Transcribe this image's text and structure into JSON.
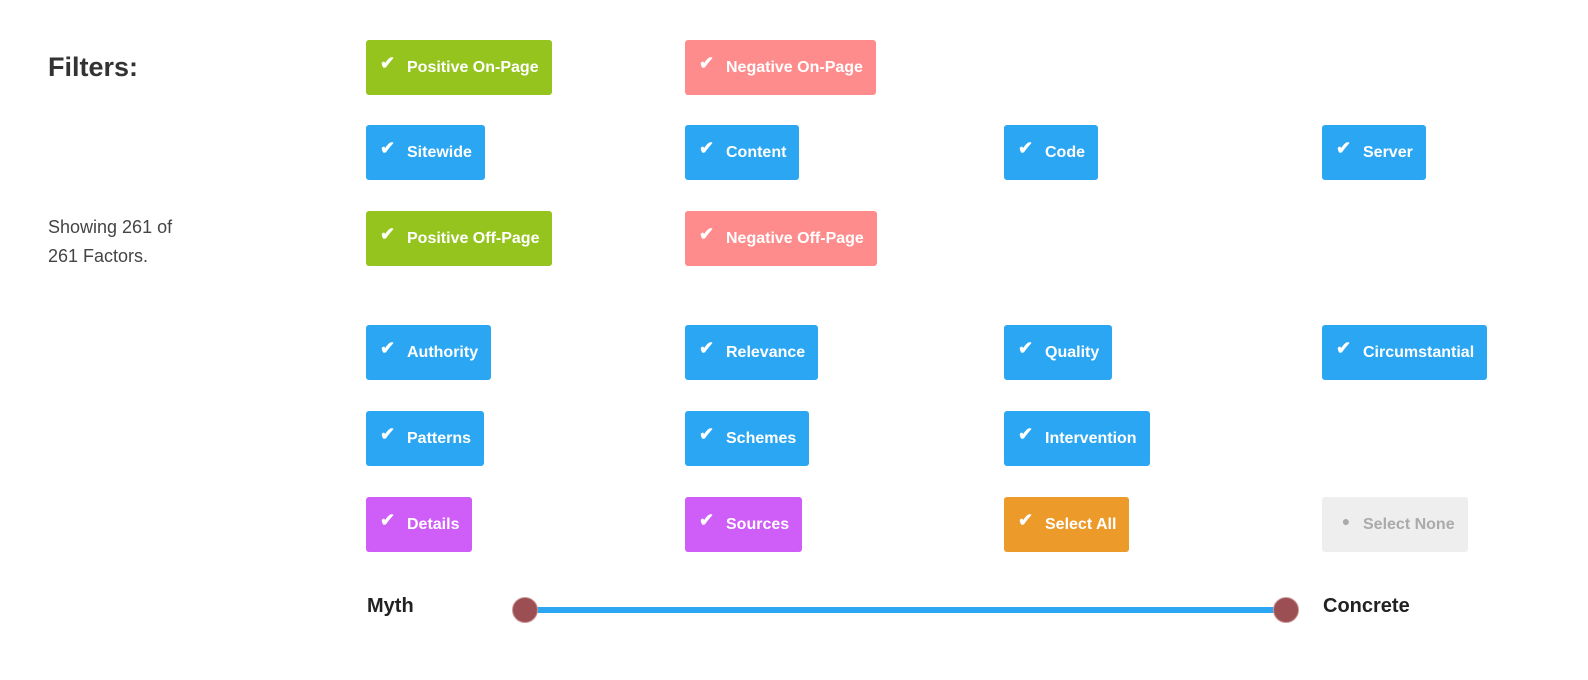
{
  "title": "Filters:",
  "count_text": "Showing 261 of 261 Factors.",
  "colors": {
    "green": "#95c41f",
    "red": "#ff8c8c",
    "blue": "#2ba6f3",
    "purple": "#cf5df7",
    "orange": "#ec9a2a",
    "gray": "#eeeeee"
  },
  "rows": [
    [
      {
        "label": "Positive On-Page",
        "color": "green",
        "icon": "check"
      },
      {
        "label": "Negative On-Page",
        "color": "red",
        "icon": "check"
      },
      null,
      null
    ],
    [
      {
        "label": "Sitewide",
        "color": "blue",
        "icon": "check"
      },
      {
        "label": "Content",
        "color": "blue",
        "icon": "check"
      },
      {
        "label": "Code",
        "color": "blue",
        "icon": "check"
      },
      {
        "label": "Server",
        "color": "blue",
        "icon": "check"
      }
    ],
    [
      {
        "label": "Positive Off-Page",
        "color": "green",
        "icon": "check"
      },
      {
        "label": "Negative Off-Page",
        "color": "red",
        "icon": "check"
      },
      null,
      null
    ],
    [
      {
        "label": "Authority",
        "color": "blue",
        "icon": "check"
      },
      {
        "label": "Relevance",
        "color": "blue",
        "icon": "check"
      },
      {
        "label": "Quality",
        "color": "blue",
        "icon": "check"
      },
      {
        "label": "Circumstantial",
        "color": "blue",
        "icon": "check"
      }
    ],
    [
      {
        "label": "Patterns",
        "color": "blue",
        "icon": "check"
      },
      {
        "label": "Schemes",
        "color": "blue",
        "icon": "check"
      },
      {
        "label": "Intervention",
        "color": "blue",
        "icon": "check"
      },
      null
    ],
    [
      {
        "label": "Details",
        "color": "purple",
        "icon": "check"
      },
      {
        "label": "Sources",
        "color": "purple",
        "icon": "check"
      },
      {
        "label": "Select All",
        "color": "orange",
        "icon": "check"
      },
      {
        "label": "Select None",
        "color": "gray",
        "icon": "dot"
      }
    ]
  ],
  "slider": {
    "min_label": "Myth",
    "max_label": "Concrete",
    "low": 0,
    "high": 1
  }
}
